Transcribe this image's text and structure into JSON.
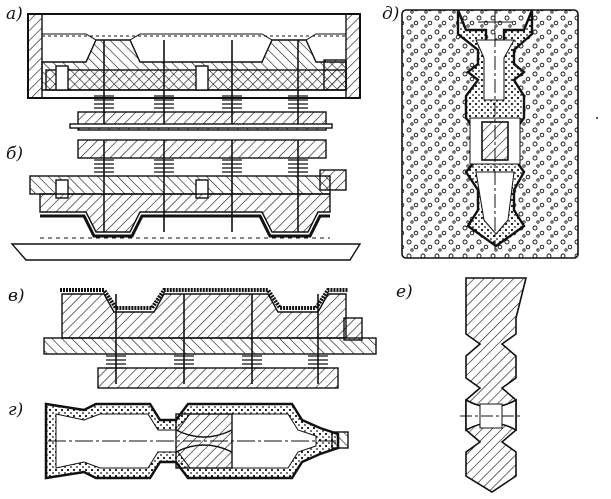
{
  "panels": [
    {
      "id": "a",
      "label": "а)"
    },
    {
      "id": "b",
      "label": "б)"
    },
    {
      "id": "v",
      "label": "в)"
    },
    {
      "id": "g",
      "label": "г)"
    },
    {
      "id": "d",
      "label": "д)"
    },
    {
      "id": "e",
      "label": "е)"
    }
  ],
  "colors": {
    "ink": "#111111",
    "paper": "#ffffff",
    "sand": "#f3f3f3"
  }
}
